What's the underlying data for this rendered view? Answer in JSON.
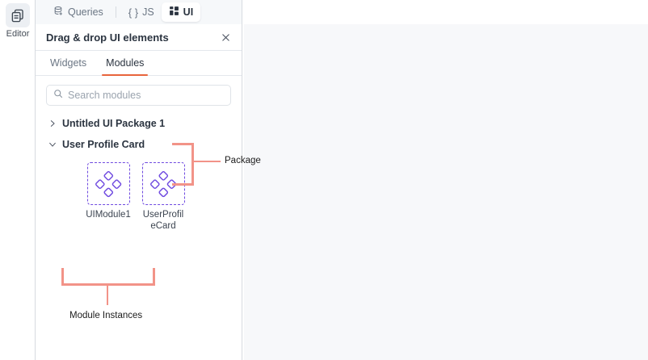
{
  "theme": {
    "accent_orange": "#e8643c",
    "annotation_salmon": "#f29388",
    "module_purple": "#6f4ae0",
    "panel_bg": "#ffffff",
    "canvas_bg": "#f7f8fa",
    "tabstrip_bg": "#f6f8fa",
    "border": "#d7dbe0"
  },
  "rail": {
    "items": [
      {
        "label": "Editor",
        "icon": "editor-stacked-pages-icon",
        "active": true
      }
    ]
  },
  "top_tabs": [
    {
      "label": "Queries",
      "icon": "database-query-icon",
      "active": false
    },
    {
      "label": "JS",
      "icon": "curly-braces-icon",
      "active": false
    },
    {
      "label": "UI",
      "icon": "ui-grid-icon",
      "active": true
    }
  ],
  "panel": {
    "header": {
      "title": "Drag & drop UI elements",
      "close_icon": "close-icon"
    },
    "sub_tabs": [
      {
        "label": "Widgets",
        "active": false
      },
      {
        "label": "Modules",
        "active": true
      }
    ],
    "search": {
      "placeholder": "Search modules",
      "value": "",
      "icon": "search-icon"
    },
    "tree": [
      {
        "label": "Untitled UI Package 1",
        "expanded": false,
        "chevron": "chevron-right-icon"
      },
      {
        "label": "User Profile Card",
        "expanded": true,
        "chevron": "chevron-down-icon"
      }
    ],
    "modules": [
      {
        "name": "UIModule1",
        "icon": "module-diamond-cluster-icon"
      },
      {
        "name": "UserProfileCard",
        "icon": "module-diamond-cluster-icon"
      }
    ]
  },
  "annotations": [
    {
      "label": "Package",
      "target": "package-tree-rows"
    },
    {
      "label": "Module Instances",
      "target": "module-instance-tiles"
    }
  ]
}
